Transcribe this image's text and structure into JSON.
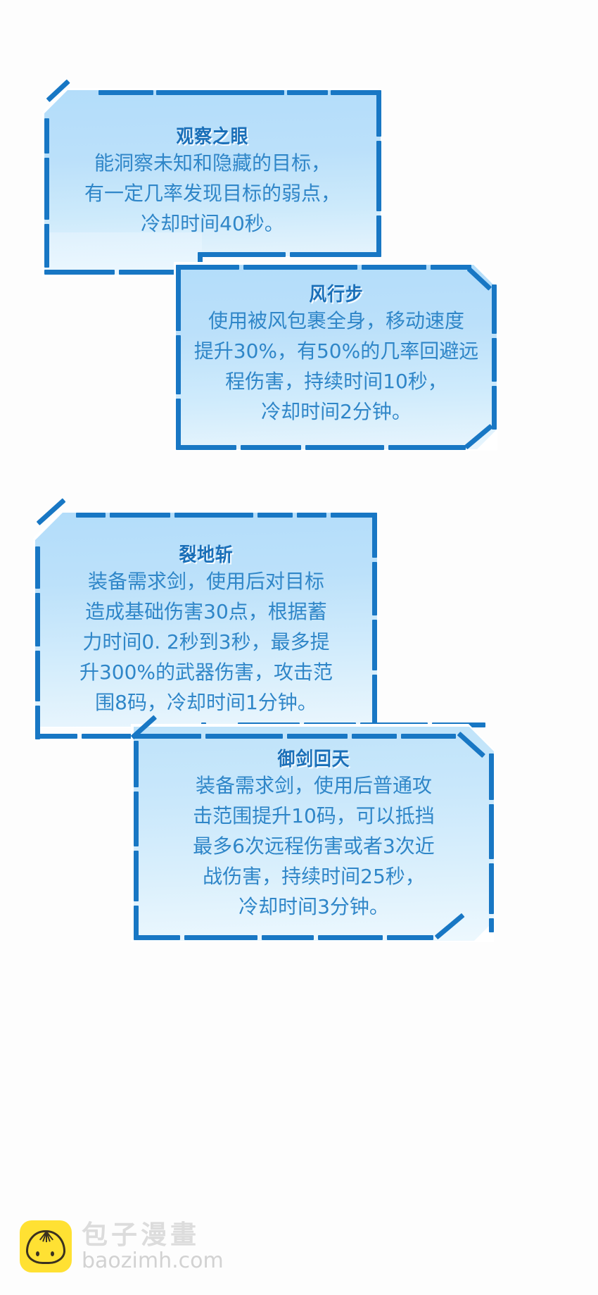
{
  "page": {
    "background_color": "#fdfdfd",
    "border_color": "#1877c4",
    "panel_gradient_top": "#b3ddfa",
    "panel_gradient_bottom": "#eef8fe",
    "title_color": "#1a6fb8",
    "body_color": "#2f86c8"
  },
  "cards": [
    {
      "id": "guan-cha-zhi-yan",
      "title": "观察之眼",
      "body": "能洞察未知和隐藏的目标，\n有一定几率发现目标的弱点，\n冷却时间40秒。"
    },
    {
      "id": "feng-xing-bu",
      "title": "风行步",
      "body": "使用被风包裹全身，移动速度\n提升30%，有50%的几率回避远\n程伤害，持续时间10秒，\n冷却时间2分钟。"
    },
    {
      "id": "lie-di-zhan",
      "title": "裂地斩",
      "body": "装备需求剑，使用后对目标\n造成基础伤害30点，根据蓄\n力时间0. 2秒到3秒，最多提\n升300%的武器伤害，攻击范\n围8码，冷却时间1分钟。"
    },
    {
      "id": "yu-jian-hui-tian",
      "title": "御剑回天",
      "body": "装备需求剑，使用后普通攻\n击范围提升10码，可以抵挡\n最多6次远程伤害或者3次近\n战伤害，持续时间25秒，\n冷却时间3分钟。"
    }
  ],
  "footer": {
    "brand_cn": "包子漫畫",
    "brand_url": "baozimh.com",
    "logo_color": "#ffe133",
    "text_color": "#dcdcdc"
  }
}
